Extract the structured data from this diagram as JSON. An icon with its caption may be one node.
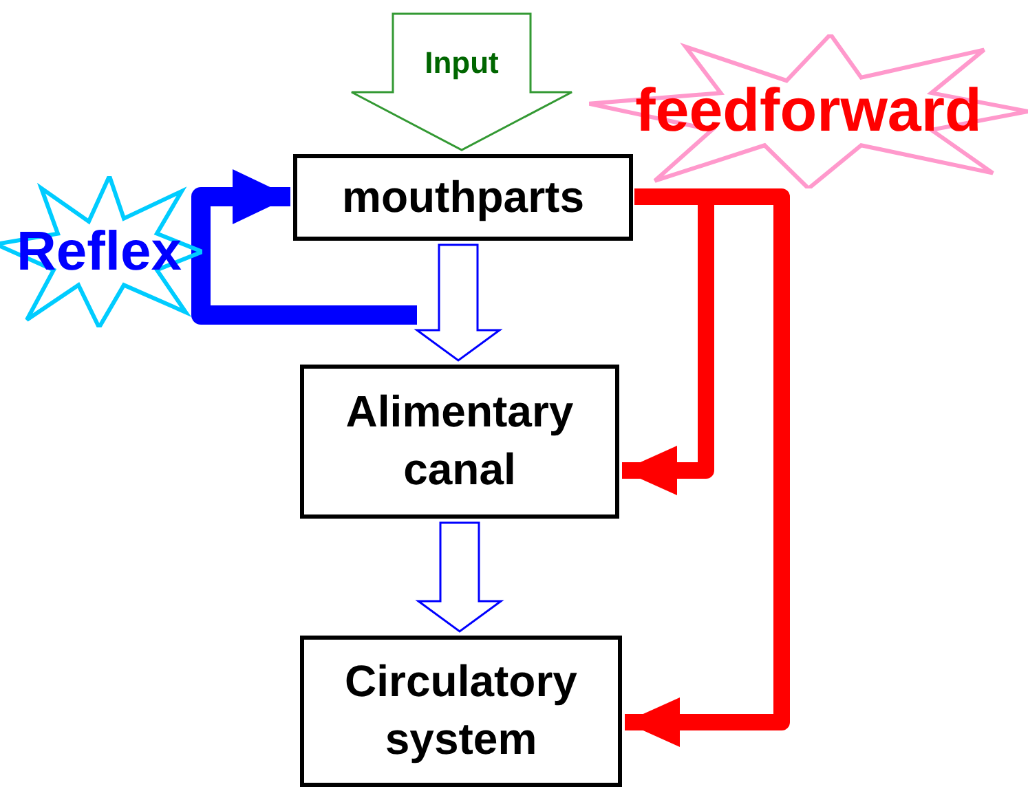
{
  "diagram": {
    "nodes": [
      {
        "text": [
          "mouthparts"
        ]
      },
      {
        "text": [
          "Alimentary canal"
        ]
      },
      {
        "text": [
          "Circulatory system"
        ]
      },
      {
        "text": [
          "Reflex"
        ]
      },
      {
        "text": [
          "feedforward"
        ]
      }
    ],
    "edges": [
      {
        "from": null,
        "to": 0,
        "arrow": "to",
        "label": "Input",
        "color": "#339933"
      },
      {
        "from": 0,
        "to": 1,
        "arrow": "to",
        "color": "#0000ff"
      },
      {
        "from": 1,
        "to": 2,
        "arrow": "to",
        "color": "#0000ff"
      },
      {
        "from": null,
        "to": 0,
        "arrow": "to",
        "color": "#0000ff"
      },
      {
        "from": 0,
        "to": 1,
        "arrow": "to",
        "color": "#ff0000"
      },
      {
        "from": 0,
        "to": 2,
        "arrow": "to",
        "color": "#ff0000"
      }
    ]
  }
}
